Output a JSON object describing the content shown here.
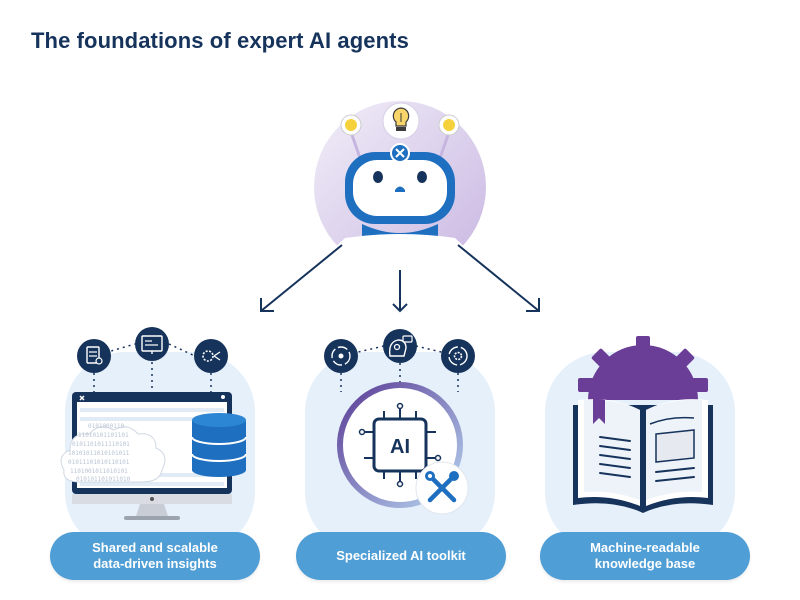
{
  "title": "The foundations of expert AI agents",
  "toolkit_chip_label": "AI",
  "pillars": [
    {
      "line1": "Shared and scalable",
      "line2": "data-driven insights"
    },
    {
      "line1": "Specialized AI toolkit",
      "line2": ""
    },
    {
      "line1": "Machine-readable",
      "line2": "knowledge base"
    }
  ],
  "colors": {
    "navy": "#16335c",
    "pill_blue": "#4f9ed6",
    "robot_blue": "#1f6fc0",
    "purple": "#6a3d97",
    "pale_blue": "#e6f0fa"
  }
}
